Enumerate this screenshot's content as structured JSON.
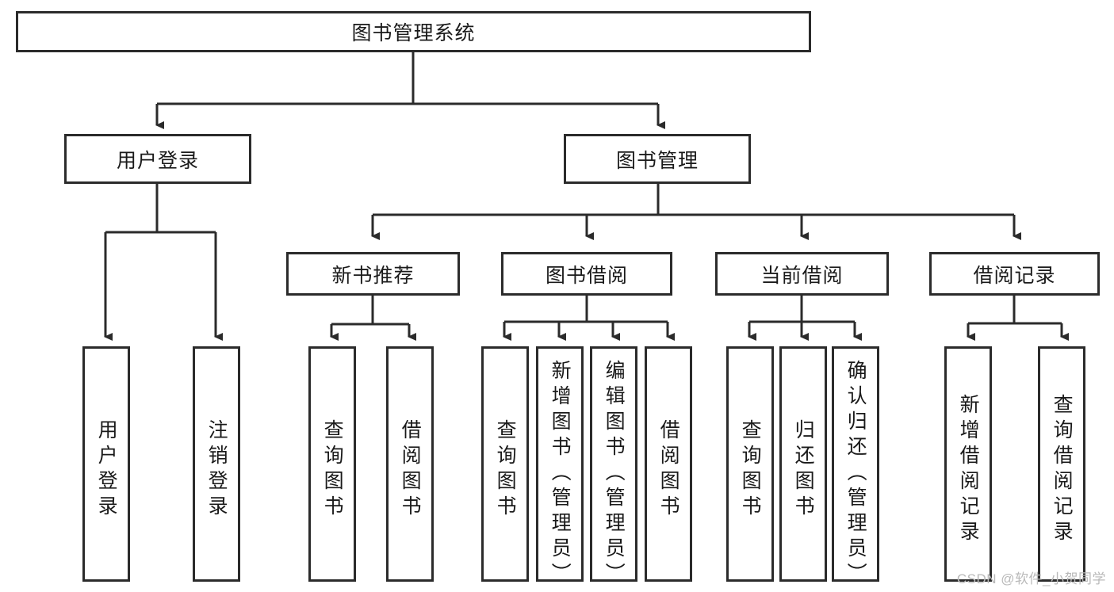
{
  "diagram": {
    "title": "图书管理系统",
    "type": "功能结构图",
    "root": {
      "label": "图书管理系统"
    },
    "level2": [
      {
        "label": "用户登录"
      },
      {
        "label": "图书管理"
      }
    ],
    "level3": [
      {
        "label": "新书推荐"
      },
      {
        "label": "图书借阅"
      },
      {
        "label": "当前借阅"
      },
      {
        "label": "借阅记录"
      }
    ],
    "leaves": {
      "user_login": [
        {
          "label": "用户登录"
        },
        {
          "label": "注销登录"
        }
      ],
      "new_book_recommend": [
        {
          "label": "查询图书"
        },
        {
          "label": "借阅图书"
        }
      ],
      "book_borrow": [
        {
          "label": "查询图书"
        },
        {
          "label": "新增图书（管理员）"
        },
        {
          "label": "编辑图书（管理员）"
        },
        {
          "label": "借阅图书"
        }
      ],
      "current_borrow": [
        {
          "label": "查询图书"
        },
        {
          "label": "归还图书"
        },
        {
          "label": "确认归还（管理员）"
        }
      ],
      "borrow_record": [
        {
          "label": "新增借阅记录"
        },
        {
          "label": "查询借阅记录"
        }
      ]
    }
  },
  "watermark": {
    "text": "CSDN @软件_小贺同学"
  },
  "colors": {
    "box_border": "#2b2b2b",
    "box_fill": "#ffffff",
    "connector": "#2b2b2b",
    "text": "#1a1a1a",
    "watermark": "#b9b9b9",
    "background": "#ffffff"
  }
}
